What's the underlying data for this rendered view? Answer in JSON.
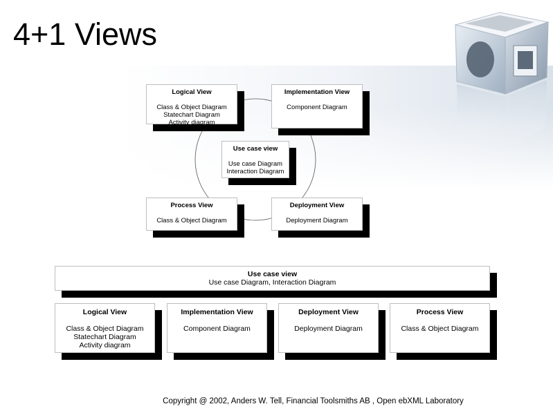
{
  "title": "4+1 Views",
  "top_diagram": {
    "logical": {
      "heading": "Logical View",
      "lines": [
        "Class & Object Diagram",
        "Statechart Diagram",
        "Activity diagram"
      ]
    },
    "implementation": {
      "heading": "Implementation View",
      "lines": [
        "Component Diagram"
      ]
    },
    "usecase": {
      "heading": "Use case view",
      "lines": [
        "Use case Diagram",
        "Interaction Diagram"
      ]
    },
    "process": {
      "heading": "Process View",
      "lines": [
        "Class & Object Diagram"
      ]
    },
    "deployment": {
      "heading": "Deployment View",
      "lines": [
        "Deployment Diagram"
      ]
    }
  },
  "bottom_diagram": {
    "usecase": {
      "heading": "Use case view",
      "line": "Use case Diagram, Interaction Diagram"
    },
    "logical": {
      "heading": "Logical View",
      "lines": [
        "Class & Object Diagram",
        "Statechart Diagram",
        "Activity diagram"
      ]
    },
    "implementation": {
      "heading": "Implementation View",
      "lines": [
        "Component Diagram"
      ]
    },
    "deployment": {
      "heading": "Deployment View",
      "lines": [
        "Deployment Diagram"
      ]
    },
    "process": {
      "heading": "Process View",
      "lines": [
        "Class & Object Diagram"
      ]
    }
  },
  "footer": "Copyright @ 2002, Anders W. Tell, Financial Toolsmiths AB , Open ebXML Laboratory",
  "colors": {
    "shadow": "#000000",
    "box_border": "#bdbdbd",
    "cube_face": "#c6d1dd"
  }
}
